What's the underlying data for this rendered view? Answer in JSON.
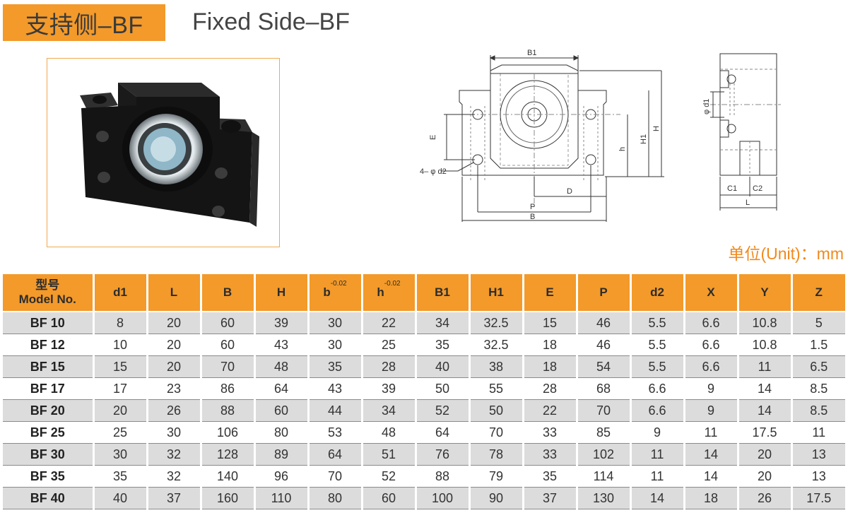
{
  "header": {
    "title_cn": "支持侧–BF",
    "title_en": "Fixed Side–BF"
  },
  "unit_label": "单位(Unit)：mm",
  "diagram_labels": {
    "B1": "B1",
    "E": "E",
    "holes": "4– φ d2",
    "D": "D",
    "P": "P",
    "B": "B",
    "h": "h",
    "H1": "H1",
    "H": "H",
    "d1": "φ d1",
    "C1": "C1",
    "C2": "C2",
    "L": "L"
  },
  "table": {
    "header_model_cn": "型号",
    "header_model_en": "Model No.",
    "columns": [
      "d1",
      "L",
      "B",
      "H",
      "b",
      "h",
      "B1",
      "H1",
      "E",
      "P",
      "d2",
      "X",
      "Y",
      "Z"
    ],
    "tolerance": "-0.02",
    "rows": [
      {
        "model": "BF 10",
        "d1": "8",
        "L": "20",
        "B": "60",
        "H": "39",
        "b": "30",
        "h": "22",
        "B1": "34",
        "H1": "32.5",
        "E": "15",
        "P": "46",
        "d2": "5.5",
        "X": "6.6",
        "Y": "10.8",
        "Z": "5"
      },
      {
        "model": "BF 12",
        "d1": "10",
        "L": "20",
        "B": "60",
        "H": "43",
        "b": "30",
        "h": "25",
        "B1": "35",
        "H1": "32.5",
        "E": "18",
        "P": "46",
        "d2": "5.5",
        "X": "6.6",
        "Y": "10.8",
        "Z": "1.5"
      },
      {
        "model": "BF 15",
        "d1": "15",
        "L": "20",
        "B": "70",
        "H": "48",
        "b": "35",
        "h": "28",
        "B1": "40",
        "H1": "38",
        "E": "18",
        "P": "54",
        "d2": "5.5",
        "X": "6.6",
        "Y": "11",
        "Z": "6.5"
      },
      {
        "model": "BF 17",
        "d1": "17",
        "L": "23",
        "B": "86",
        "H": "64",
        "b": "43",
        "h": "39",
        "B1": "50",
        "H1": "55",
        "E": "28",
        "P": "68",
        "d2": "6.6",
        "X": "9",
        "Y": "14",
        "Z": "8.5"
      },
      {
        "model": "BF 20",
        "d1": "20",
        "L": "26",
        "B": "88",
        "H": "60",
        "b": "44",
        "h": "34",
        "B1": "52",
        "H1": "50",
        "E": "22",
        "P": "70",
        "d2": "6.6",
        "X": "9",
        "Y": "14",
        "Z": "8.5"
      },
      {
        "model": "BF 25",
        "d1": "25",
        "L": "30",
        "B": "106",
        "H": "80",
        "b": "53",
        "h": "48",
        "B1": "64",
        "H1": "70",
        "E": "33",
        "P": "85",
        "d2": "9",
        "X": "11",
        "Y": "17.5",
        "Z": "11"
      },
      {
        "model": "BF 30",
        "d1": "30",
        "L": "32",
        "B": "128",
        "H": "89",
        "b": "64",
        "h": "51",
        "B1": "76",
        "H1": "78",
        "E": "33",
        "P": "102",
        "d2": "11",
        "X": "14",
        "Y": "20",
        "Z": "13"
      },
      {
        "model": "BF 35",
        "d1": "35",
        "L": "32",
        "B": "140",
        "H": "96",
        "b": "70",
        "h": "52",
        "B1": "88",
        "H1": "79",
        "E": "35",
        "P": "114",
        "d2": "11",
        "X": "14",
        "Y": "20",
        "Z": "13"
      },
      {
        "model": "BF 40",
        "d1": "40",
        "L": "37",
        "B": "160",
        "H": "110",
        "b": "80",
        "h": "60",
        "B1": "100",
        "H1": "90",
        "E": "37",
        "P": "130",
        "d2": "14",
        "X": "18",
        "Y": "26",
        "Z": "17.5"
      }
    ]
  }
}
